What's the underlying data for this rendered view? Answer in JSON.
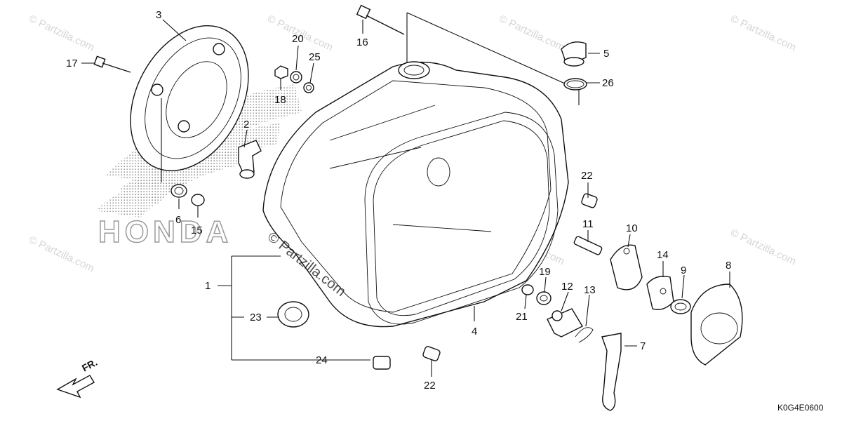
{
  "diagram_code": "K0G4E0600",
  "front_label": "FR.",
  "watermark": "© Partzilla.com",
  "center_watermark": "© Partzilla.com",
  "logo_text": "HONDA",
  "callouts": {
    "p1": "1",
    "p2": "2",
    "p3": "3",
    "p4": "4",
    "p5": "5",
    "p6": "6",
    "p7": "7",
    "p8": "8",
    "p9": "9",
    "p10": "10",
    "p11": "11",
    "p12": "12",
    "p13": "13",
    "p14": "14",
    "p15": "15",
    "p16": "16",
    "p17": "17",
    "p18": "18",
    "p19": "19",
    "p20": "20",
    "p21": "21",
    "p22a": "22",
    "p22b": "22",
    "p23": "23",
    "p24": "24",
    "p25": "25",
    "p26": "26"
  },
  "colors": {
    "ink": "#111111",
    "watermark": "#d5d5d5",
    "logo_dots": "#9a9a9a"
  }
}
